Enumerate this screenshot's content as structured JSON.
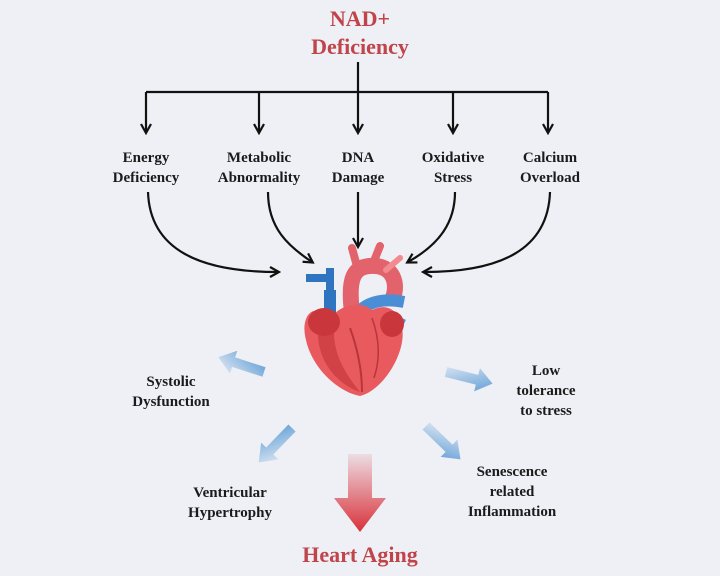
{
  "title": {
    "line1": "NAD+",
    "line2": "Deficiency"
  },
  "causes": [
    {
      "line1": "Energy",
      "line2": "Deficiency"
    },
    {
      "line1": "Metabolic",
      "line2": "Abnormality"
    },
    {
      "line1": "DNA",
      "line2": "Damage"
    },
    {
      "line1": "Oxidative",
      "line2": "Stress"
    },
    {
      "line1": "Calcium",
      "line2": "Overload"
    }
  ],
  "effects": {
    "systolic": {
      "line1": "Systolic",
      "line2": "Dysfunction"
    },
    "low_tolerance": {
      "line1": "Low",
      "line2": "tolerance",
      "line3": "to stress"
    },
    "hypertrophy": {
      "line1": "Ventricular",
      "line2": "Hypertrophy"
    },
    "senescence": {
      "line1": "Senescence",
      "line2": "related",
      "line3": "Inflammation"
    }
  },
  "outcome": "Heart Aging",
  "colors": {
    "title": "#c0454a",
    "arrow": "#111111",
    "blue_arrow": "#5b9bd5",
    "red_arrow": "#d9313a"
  }
}
